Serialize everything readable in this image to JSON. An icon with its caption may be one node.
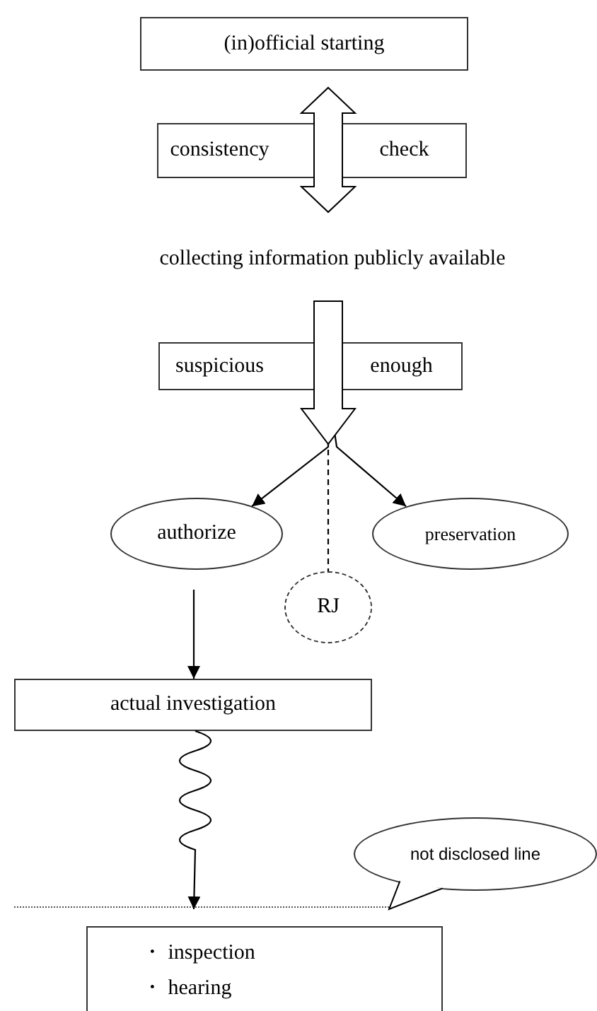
{
  "diagram": {
    "nodes": [
      {
        "text": [
          "(in)official starting"
        ]
      },
      {
        "text": [
          "consistency",
          "check"
        ]
      },
      {
        "text": [
          "collecting information publicly available"
        ]
      },
      {
        "text": [
          "suspicious",
          "enough"
        ]
      },
      {
        "text": [
          "authorize"
        ]
      },
      {
        "text": [
          "preservation"
        ]
      },
      {
        "text": [
          "RJ"
        ]
      },
      {
        "text": [
          "actual investigation"
        ]
      },
      {
        "text": [
          "not disclosed line"
        ]
      },
      {
        "text": [],
        "shape": "line"
      },
      {
        "text": [
          "・ inspection",
          "・ hearing"
        ]
      }
    ],
    "edges": [
      {
        "from": 0,
        "to": 2,
        "arrow": "both",
        "style": "thick"
      },
      {
        "from": 2,
        "to": 3,
        "arrow": "to",
        "style": "thick"
      },
      {
        "from": 3,
        "to": 4,
        "arrow": "to"
      },
      {
        "from": 3,
        "to": 5,
        "arrow": "to"
      },
      {
        "from": 3,
        "to": 6,
        "arrow": "none",
        "style": "dashed"
      },
      {
        "from": 4,
        "to": 7,
        "arrow": "to"
      },
      {
        "from": 7,
        "to": 9,
        "arrow": "to"
      },
      {
        "from": 8,
        "to": 9,
        "arrow": "none"
      }
    ]
  }
}
